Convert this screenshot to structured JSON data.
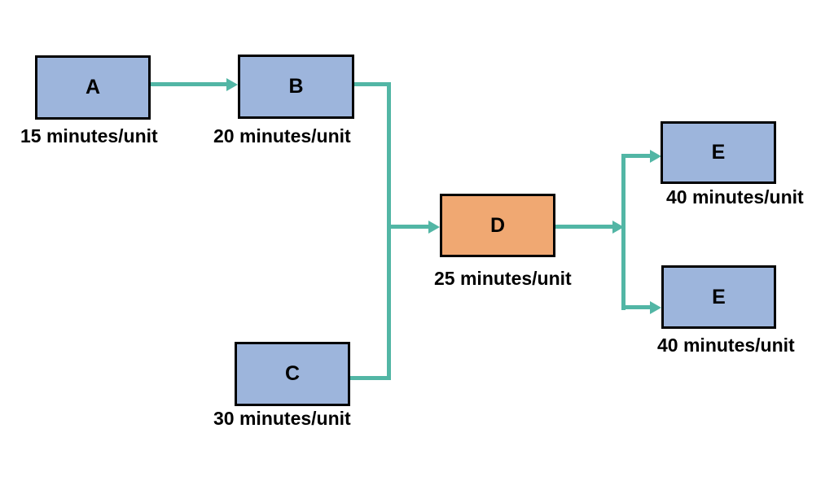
{
  "diagram": {
    "type": "process-flow",
    "colors": {
      "box_blue": "#9db5dc",
      "box_orange": "#f0a872",
      "connector": "#52b6a5",
      "border": "#000000",
      "background": "#ffffff"
    },
    "nodes": [
      {
        "id": "A",
        "label": "A",
        "rate": "15 minutes/unit",
        "fill": "#9db5dc"
      },
      {
        "id": "B",
        "label": "B",
        "rate": "20 minutes/unit",
        "fill": "#9db5dc"
      },
      {
        "id": "C",
        "label": "C",
        "rate": "30 minutes/unit",
        "fill": "#9db5dc"
      },
      {
        "id": "D",
        "label": "D",
        "rate": "25 minutes/unit",
        "fill": "#f0a872"
      },
      {
        "id": "E-top",
        "label": "E",
        "rate": "40 minutes/unit",
        "fill": "#9db5dc"
      },
      {
        "id": "E-bottom",
        "label": "E",
        "rate": "40 minutes/unit",
        "fill": "#9db5dc"
      }
    ],
    "edges": [
      {
        "from": "A",
        "to": "B"
      },
      {
        "from": "B",
        "to": "D"
      },
      {
        "from": "C",
        "to": "D"
      },
      {
        "from": "D",
        "to": "E-top"
      },
      {
        "from": "D",
        "to": "E-bottom"
      }
    ]
  }
}
